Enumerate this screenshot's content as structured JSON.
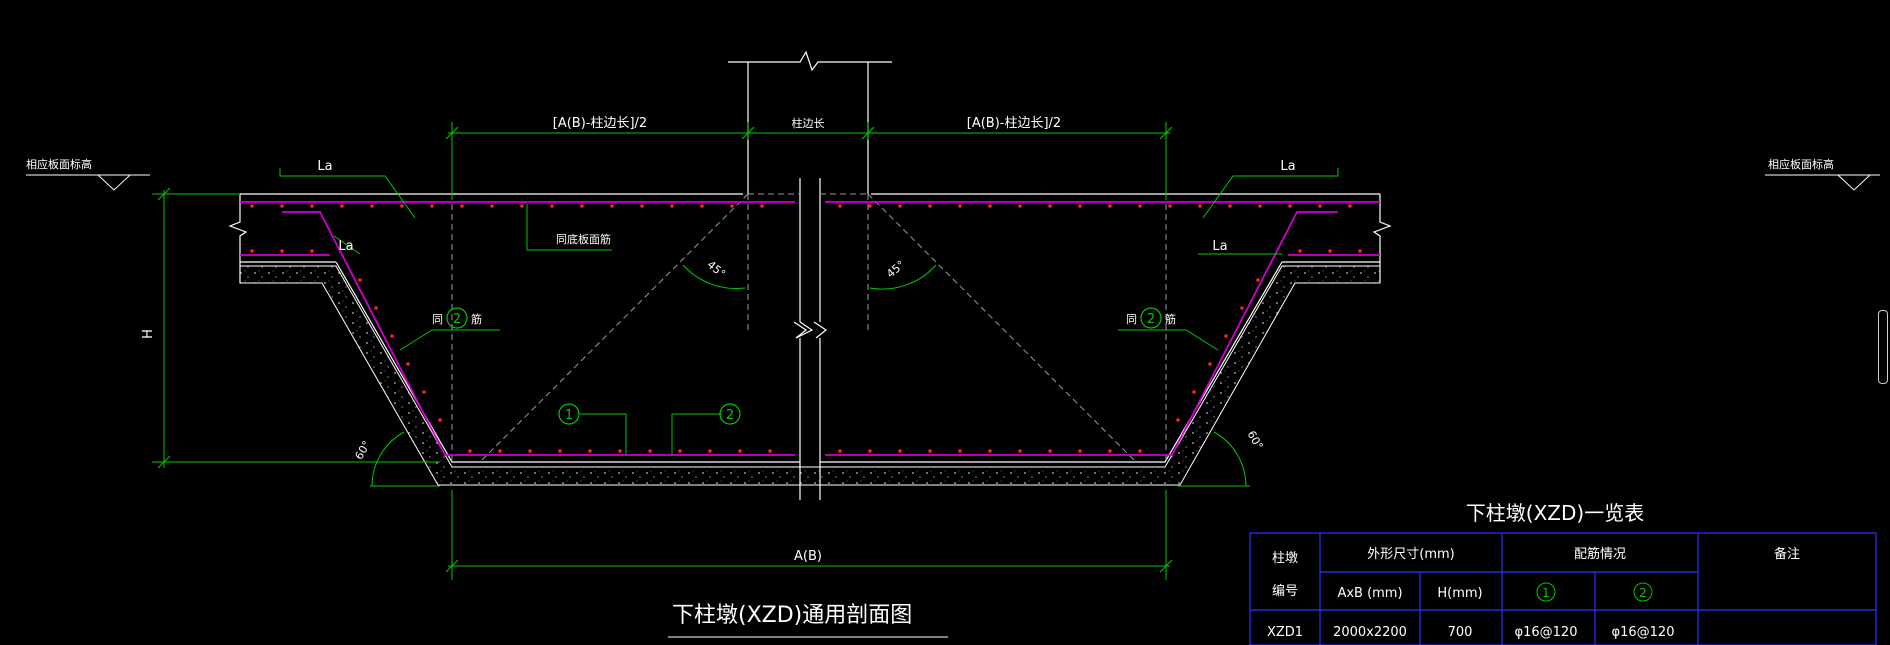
{
  "labels": {
    "la": "La",
    "half_span": "[A(B)-柱边长]/2",
    "column_side": "柱边长",
    "same_slab_rebar": "同底板面筋",
    "same_rebar_2": "同",
    "same_rebar_2_suffix": "筋",
    "angle_45": "45°",
    "angle_60": "60°",
    "height": "H",
    "width_ab": "A(B)",
    "slab_level_left": "相应板面标高",
    "slab_level_right": "相应板面标高",
    "marker_1": "1",
    "marker_2": "2"
  },
  "section_title": "下柱墩(XZD)通用剖面图",
  "table": {
    "title": "下柱墩(XZD)一览表",
    "header_col_id_line1": "柱墩",
    "header_col_id_line2": "编号",
    "header_dims": "外形尺寸(mm)",
    "header_rebar": "配筋情况",
    "header_remark": "备注",
    "sub_axb": "AxB (mm)",
    "sub_h": "H(mm)",
    "sub_r1": "1",
    "sub_r2": "2",
    "rows": [
      {
        "id": "XZD1",
        "axb": "2000x2200",
        "h": "700",
        "r1": "φ16@120",
        "r2": "φ16@120",
        "remark": ""
      }
    ]
  },
  "colors": {
    "dimension": "#00c800",
    "outline": "#ffffff",
    "rebar": "#d000d0",
    "rebar_dots": "#ff2020",
    "table_border": "#3030ff",
    "dashed": "#9a9a9a"
  }
}
